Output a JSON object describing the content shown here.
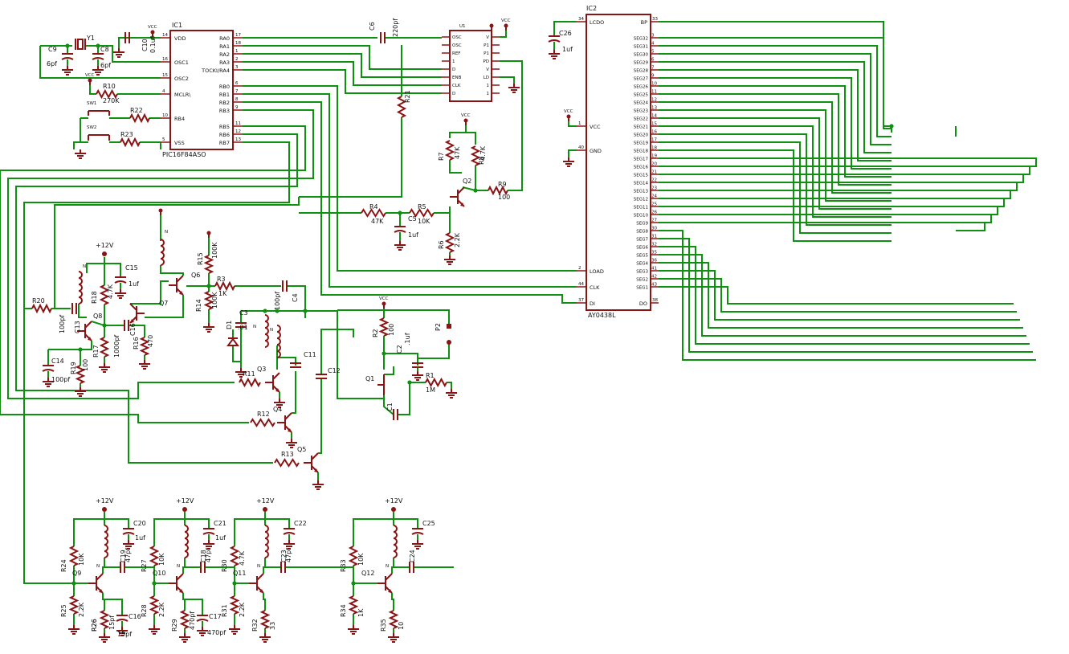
{
  "ic1": {
    "name": "IC1",
    "value": "PIC16F84ASO",
    "left_pins": [
      {
        "num": "14",
        "name": "VDD"
      },
      {
        "num": "16",
        "name": "OSC1"
      },
      {
        "num": "15",
        "name": "OSC2"
      },
      {
        "num": "4",
        "name": "MCLR\\"
      },
      {
        "num": "10",
        "name": "RB4"
      },
      {
        "num": "5",
        "name": "VSS"
      }
    ],
    "right_pins": [
      {
        "num": "17",
        "name": "RA0"
      },
      {
        "num": "18",
        "name": "RA1"
      },
      {
        "num": "1",
        "name": "RA2"
      },
      {
        "num": "2",
        "name": "RA3"
      },
      {
        "num": "3",
        "name": "TOCKI/RA4"
      },
      {
        "num": "6",
        "name": "RB0"
      },
      {
        "num": "7",
        "name": "RB1"
      },
      {
        "num": "8",
        "name": "RB2"
      },
      {
        "num": "9",
        "name": "RB3"
      },
      {
        "num": "11",
        "name": "RB5"
      },
      {
        "num": "12",
        "name": "RB6"
      },
      {
        "num": "13",
        "name": "RB7"
      }
    ]
  },
  "u1": {
    "name": "U1",
    "left_pins": [
      "OSC",
      "OSC",
      "REF",
      "1",
      "D",
      "ENB",
      "CLK",
      "D"
    ],
    "right_pins": [
      "V",
      "P1",
      "P1",
      "PD",
      "V",
      "LD",
      "1",
      "1"
    ]
  },
  "ic2": {
    "name": "IC2",
    "value": "AY0438L",
    "left_pins": [
      {
        "num": "34",
        "name": "LCDO"
      },
      {
        "num": "1",
        "name": "VCC"
      },
      {
        "num": "40",
        "name": "GND"
      },
      {
        "num": "2",
        "name": "LOAD"
      },
      {
        "num": "44",
        "name": "CLK"
      },
      {
        "num": "37",
        "name": "DI"
      }
    ],
    "top_right": {
      "num": "33",
      "name": "BP"
    },
    "bottom_right": {
      "num": "38",
      "name": "DO"
    },
    "segments": [
      {
        "num": "3",
        "name": "SEG32"
      },
      {
        "num": "4",
        "name": "SEG31"
      },
      {
        "num": "5",
        "name": "SEG30"
      },
      {
        "num": "6",
        "name": "SEG29"
      },
      {
        "num": "7",
        "name": "SEG28"
      },
      {
        "num": "9",
        "name": "SEG27"
      },
      {
        "num": "10",
        "name": "SEG26"
      },
      {
        "num": "11",
        "name": "SEG25"
      },
      {
        "num": "12",
        "name": "SEG24"
      },
      {
        "num": "13",
        "name": "SEG23"
      },
      {
        "num": "14",
        "name": "SEG22"
      },
      {
        "num": "15",
        "name": "SEG21"
      },
      {
        "num": "16",
        "name": "SEG20"
      },
      {
        "num": "17",
        "name": "SEG19"
      },
      {
        "num": "18",
        "name": "SEG18"
      },
      {
        "num": "19",
        "name": "SEG17"
      },
      {
        "num": "20",
        "name": "SEG16"
      },
      {
        "num": "21",
        "name": "SEG15"
      },
      {
        "num": "22",
        "name": "SEG14"
      },
      {
        "num": "23",
        "name": "SEG13"
      },
      {
        "num": "24",
        "name": "SEG12"
      },
      {
        "num": "25",
        "name": "SEG11"
      },
      {
        "num": "26",
        "name": "SEG10"
      },
      {
        "num": "27",
        "name": "SEG9"
      },
      {
        "num": "30",
        "name": "SEG8"
      },
      {
        "num": "31",
        "name": "SEG7"
      },
      {
        "num": "32",
        "name": "SEG6"
      },
      {
        "num": "35",
        "name": "SEG5"
      },
      {
        "num": "36",
        "name": "SEG4"
      },
      {
        "num": "41",
        "name": "SEG3"
      },
      {
        "num": "42",
        "name": "SEG2"
      },
      {
        "num": "43",
        "name": "SEG1"
      }
    ]
  },
  "supply": {
    "vcc": "VCC",
    "v12": "+12V"
  },
  "labels": [
    {
      "id": "c9",
      "text": "C9"
    },
    {
      "id": "c9v",
      "text": "6pf"
    },
    {
      "id": "y1",
      "text": "Y1"
    },
    {
      "id": "c8",
      "text": "C8"
    },
    {
      "id": "c8v",
      "text": "6pf"
    },
    {
      "id": "c10",
      "text": "C10"
    },
    {
      "id": "c10v",
      "text": "0.1uf"
    },
    {
      "id": "r10",
      "text": "R10"
    },
    {
      "id": "r10v",
      "text": "270K"
    },
    {
      "id": "sw1",
      "text": "SW1"
    },
    {
      "id": "sw2",
      "text": "SW2"
    },
    {
      "id": "r22",
      "text": "R22"
    },
    {
      "id": "r23",
      "text": "R23"
    },
    {
      "id": "c6",
      "text": "C6"
    },
    {
      "id": "c6v",
      "text": "220pf"
    },
    {
      "id": "r21",
      "text": "R21"
    },
    {
      "id": "c26",
      "text": "C26"
    },
    {
      "id": "c26v",
      "text": "1uf"
    },
    {
      "id": "r7",
      "text": "R7"
    },
    {
      "id": "r7v",
      "text": "47K"
    },
    {
      "id": "r8",
      "text": "R8"
    },
    {
      "id": "r8v",
      "text": "4.7K"
    },
    {
      "id": "q2",
      "text": "Q2"
    },
    {
      "id": "r9",
      "text": "R9"
    },
    {
      "id": "r9v",
      "text": "100"
    },
    {
      "id": "r4",
      "text": "R4"
    },
    {
      "id": "r4v",
      "text": "47K"
    },
    {
      "id": "r5",
      "text": "R5"
    },
    {
      "id": "r5v",
      "text": "10K"
    },
    {
      "id": "c5",
      "text": "C5"
    },
    {
      "id": "c5v",
      "text": "1uf"
    },
    {
      "id": "r6",
      "text": "R6"
    },
    {
      "id": "r6v",
      "text": "2.2K"
    },
    {
      "id": "c15",
      "text": "C15"
    },
    {
      "id": "c15v",
      "text": "1uf"
    },
    {
      "id": "r18",
      "text": "R18"
    },
    {
      "id": "r18v",
      "text": "4.7K"
    },
    {
      "id": "q6",
      "text": "Q6"
    },
    {
      "id": "q7",
      "text": "Q7"
    },
    {
      "id": "r15",
      "text": "R15"
    },
    {
      "id": "r15v",
      "text": "100K"
    },
    {
      "id": "r14",
      "text": "R14"
    },
    {
      "id": "r14v",
      "text": "100K"
    },
    {
      "id": "r3",
      "text": "R3"
    },
    {
      "id": "r3v",
      "text": "1K"
    },
    {
      "id": "c4",
      "text": "C4"
    },
    {
      "id": "c4v",
      "text": "100pf"
    },
    {
      "id": "r20",
      "text": "R20"
    },
    {
      "id": "c13",
      "text": "C13"
    },
    {
      "id": "c13v",
      "text": "100pf"
    },
    {
      "id": "q8",
      "text": "Q8"
    },
    {
      "id": "c16b",
      "text": "C16"
    },
    {
      "id": "c16bv",
      "text": "1000pf"
    },
    {
      "id": "r16",
      "text": "R16"
    },
    {
      "id": "r16v",
      "text": "470"
    },
    {
      "id": "r17",
      "text": "R17"
    },
    {
      "id": "c14",
      "text": "C14"
    },
    {
      "id": "c14v",
      "text": "100pf"
    },
    {
      "id": "r19",
      "text": "R19"
    },
    {
      "id": "r19v",
      "text": "100"
    },
    {
      "id": "c3",
      "text": "C3"
    },
    {
      "id": "c3v",
      "text": ".01"
    },
    {
      "id": "d1",
      "text": "D1"
    },
    {
      "id": "r11",
      "text": "R11"
    },
    {
      "id": "q3",
      "text": "Q3"
    },
    {
      "id": "c11",
      "text": "C11"
    },
    {
      "id": "c12",
      "text": "C12"
    },
    {
      "id": "r12",
      "text": "R12"
    },
    {
      "id": "q4",
      "text": "Q4"
    },
    {
      "id": "r13",
      "text": "R13"
    },
    {
      "id": "q5",
      "text": "Q5"
    },
    {
      "id": "r2",
      "text": "R2"
    },
    {
      "id": "r2v",
      "text": "100"
    },
    {
      "id": "c2",
      "text": "C2"
    },
    {
      "id": "c2v",
      "text": ".1uf"
    },
    {
      "id": "p2",
      "text": "P2"
    },
    {
      "id": "q1",
      "text": "Q1"
    },
    {
      "id": "r1",
      "text": "R1"
    },
    {
      "id": "r1v",
      "text": "1M"
    },
    {
      "id": "c1",
      "text": "C1"
    },
    {
      "id": "c20",
      "text": "C20"
    },
    {
      "id": "c20v",
      "text": "1uf"
    },
    {
      "id": "c21",
      "text": "C21"
    },
    {
      "id": "c21v",
      "text": "1uf"
    },
    {
      "id": "c22",
      "text": "C22"
    },
    {
      "id": "c25",
      "text": "C25"
    },
    {
      "id": "r24",
      "text": "R24"
    },
    {
      "id": "r24v",
      "text": "10K"
    },
    {
      "id": "c19",
      "text": "C19"
    },
    {
      "id": "c19v",
      "text": "47pf"
    },
    {
      "id": "r27",
      "text": "R27"
    },
    {
      "id": "r27v",
      "text": "10K"
    },
    {
      "id": "c18",
      "text": "C18"
    },
    {
      "id": "c18v",
      "text": "47pf"
    },
    {
      "id": "r30",
      "text": "R30"
    },
    {
      "id": "r30v",
      "text": "4.7K"
    },
    {
      "id": "c23",
      "text": "C23"
    },
    {
      "id": "c23v",
      "text": "47pf"
    },
    {
      "id": "r33",
      "text": "R33"
    },
    {
      "id": "r33v",
      "text": "10K"
    },
    {
      "id": "c24",
      "text": "C24"
    },
    {
      "id": "q9",
      "text": "Q9"
    },
    {
      "id": "q10",
      "text": "Q10"
    },
    {
      "id": "q11",
      "text": "Q11"
    },
    {
      "id": "q12",
      "text": "Q12"
    },
    {
      "id": "r25",
      "text": "R25"
    },
    {
      "id": "r25v",
      "text": "2.2K"
    },
    {
      "id": "r28",
      "text": "R28"
    },
    {
      "id": "r28v",
      "text": "2.2K"
    },
    {
      "id": "r31",
      "text": "R31"
    },
    {
      "id": "r31v",
      "text": "2.2K"
    },
    {
      "id": "r34",
      "text": "R34"
    },
    {
      "id": "r34v",
      "text": "1K"
    },
    {
      "id": "r26",
      "text": "R26"
    },
    {
      "id": "c16",
      "text": "C16"
    },
    {
      "id": "c16v",
      "text": "15pf"
    },
    {
      "id": "r29",
      "text": "R29"
    },
    {
      "id": "c17",
      "text": "C17"
    },
    {
      "id": "c17v",
      "text": "470pf"
    },
    {
      "id": "r32",
      "text": "R32"
    },
    {
      "id": "r32v",
      "text": "33"
    },
    {
      "id": "r35",
      "text": "R35"
    },
    {
      "id": "r35v",
      "text": "10"
    },
    {
      "id": "n1",
      "text": "N"
    },
    {
      "id": "n2",
      "text": "N"
    },
    {
      "id": "n3",
      "text": "N"
    },
    {
      "id": "n4",
      "text": "N"
    },
    {
      "id": "n5",
      "text": "N"
    },
    {
      "id": "n6",
      "text": "N"
    },
    {
      "id": "n7",
      "text": "N"
    },
    {
      "id": "n8",
      "text": "N"
    }
  ]
}
